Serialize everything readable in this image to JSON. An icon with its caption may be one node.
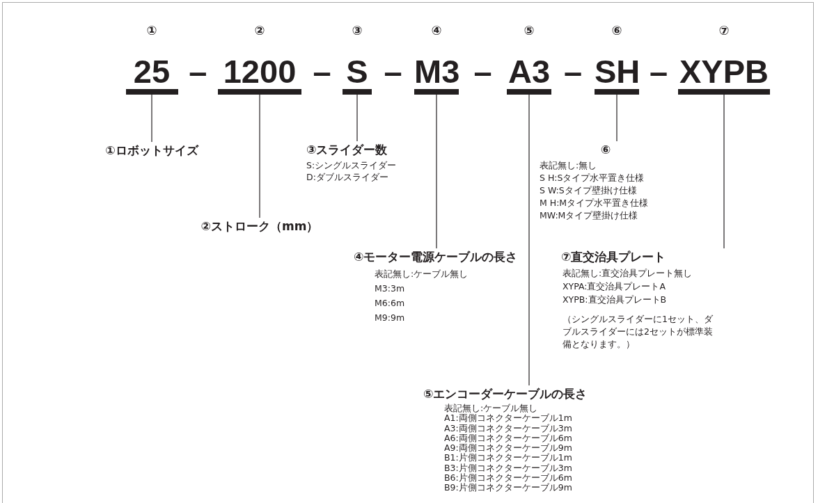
{
  "diagram": {
    "nodes": [
      {
        "text": [
          "25"
        ],
        "beside": [
          "①"
        ]
      },
      {
        "text": [
          "1200"
        ],
        "beside": [
          "②"
        ]
      },
      {
        "text": [
          "S"
        ],
        "beside": [
          "③"
        ]
      },
      {
        "text": [
          "M3"
        ],
        "beside": [
          "④"
        ]
      },
      {
        "text": [
          "A3"
        ],
        "beside": [
          "⑤"
        ]
      },
      {
        "text": [
          "SH"
        ],
        "beside": [
          "⑥"
        ]
      },
      {
        "text": [
          "XYPB"
        ],
        "beside": [
          "⑦"
        ]
      },
      {
        "text": [
          "①ロボットサイズ"
        ]
      },
      {
        "text": [
          "②ストローク（mm）"
        ]
      },
      {
        "text": [
          "③スライダー数",
          "S:シングルスライダー",
          "D:ダブルスライダー"
        ]
      },
      {
        "text": [
          "④モーター電源ケーブルの長さ",
          "表記無し:ケーブル無し",
          "M3:3m",
          "M6:6m",
          "M9:9m"
        ]
      },
      {
        "text": [
          "⑤エンコーダーケーブルの長さ",
          "表記無し:ケーブル無し",
          "A1:両側コネクターケーブル1m",
          "A3:両側コネクターケーブル3m",
          "A6:両側コネクターケーブル6m",
          "A9:両側コネクターケーブル9m",
          "B1:片側コネクターケーブル1m",
          "B3:片側コネクターケーブル3m",
          "B6:片側コネクターケーブル6m",
          "B9:片側コネクターケーブル9m"
        ]
      },
      {
        "text": [
          "⑥",
          "表記無し:無し",
          "S H:Sタイプ水平置き仕様",
          "S W:Sタイプ壁掛け仕様",
          "M H:Mタイプ水平置き仕様",
          "MW:Mタイプ壁掛け仕様"
        ]
      },
      {
        "text": [
          "⑦直交治具プレート",
          "表記無し:直交治具プレート無し",
          "XYPA:直交治具プレートA",
          "XYPB:直交治具プレートB"
        ],
        "beside": [
          "（シングルスライダーに1セット、ダブルスライダーには2セットが標準装備となります。）"
        ]
      }
    ],
    "edges": [
      {
        "from": 0,
        "to": 7,
        "arrow": "none"
      },
      {
        "from": 1,
        "to": 8,
        "arrow": "none"
      },
      {
        "from": 2,
        "to": 9,
        "arrow": "none"
      },
      {
        "from": 3,
        "to": 10,
        "arrow": "none"
      },
      {
        "from": 4,
        "to": 11,
        "arrow": "none"
      },
      {
        "from": 5,
        "to": 12,
        "arrow": "none"
      },
      {
        "from": 6,
        "to": 13,
        "arrow": "none"
      }
    ],
    "labels": [
      "–",
      "–",
      "–",
      "–",
      "–",
      "–"
    ]
  }
}
